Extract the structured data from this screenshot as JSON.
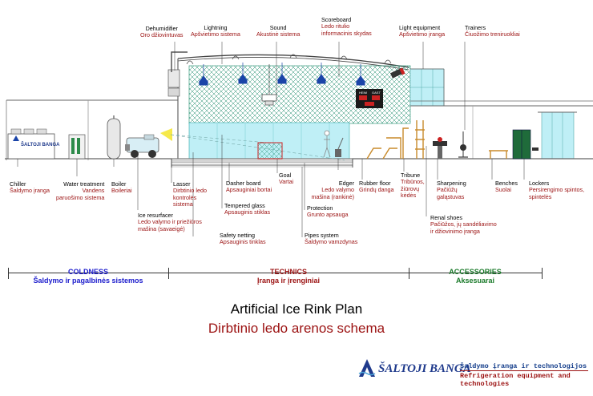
{
  "labels": {
    "dehumidifier": {
      "en": "Dehumidifier",
      "lt": "Oro džiovintuvas"
    },
    "lightning": {
      "en": "Lightning",
      "lt": "Apšvietimo sistema"
    },
    "sound": {
      "en": "Sound",
      "lt": "Akustinė sistema"
    },
    "scoreboard": {
      "en": "Scoreboard",
      "lt": "Ledo ritulio",
      "lt2": "informacinis skydas"
    },
    "light_equipment": {
      "en": "Light equipment",
      "lt": "Apšvietimo įranga"
    },
    "trainers": {
      "en": "Trainers",
      "lt": "Čiuožimo treniruokliai"
    },
    "chiller": {
      "en": "Chiller",
      "lt": "Šaldymo įranga"
    },
    "water_treatment": {
      "en": "Water treatment",
      "lt": "Vandens",
      "lt2": "paruošimo sistema"
    },
    "boiler": {
      "en": "Boiler",
      "lt": "Boileriai"
    },
    "lasser": {
      "en": "Lasser",
      "lt": "Dirbtinio ledo",
      "lt2": "kontrolės",
      "lt3": "sistema"
    },
    "dasher_board": {
      "en": "Dasher board",
      "lt": "Apsauginiai bortai"
    },
    "goal": {
      "en": "Goal",
      "lt": "Vartai"
    },
    "edger": {
      "en": "Edger",
      "lt": "Ledo valymo",
      "lt2": "mašina (rankinė)"
    },
    "rubber_floor": {
      "en": "Rubber floor",
      "lt": "Grindų danga"
    },
    "tribune": {
      "en": "Tribune",
      "lt": "Tribūnos,",
      "lt2": "žiūrovų",
      "lt3": "kėdės"
    },
    "sharpening": {
      "en": "Sharpening",
      "lt": "Pačiūžų",
      "lt2": "galąstuvas"
    },
    "benches": {
      "en": "Benches",
      "lt": "Suolai"
    },
    "lockers": {
      "en": "Lockers",
      "lt": "Persirengimo spintos,",
      "lt2": "spintelės"
    },
    "ice_resurfacer": {
      "en": "Ice resurfacer",
      "lt": "Ledo valymo ir priežiūros",
      "lt2": "mašina (savaeigė)"
    },
    "tempered_glass": {
      "en": "Tempered glass",
      "lt": "Apsauginis stiklas"
    },
    "protection": {
      "en": "Protection",
      "lt": "Grunto apsauga"
    },
    "renal_shoes": {
      "en": "Renal shoes",
      "lt": "Pačiūžos, jų sandėliavimo",
      "lt2": "ir džiovinimo įranga"
    },
    "safety_netting": {
      "en": "Safety netting",
      "lt": "Apsauginis tinklas"
    },
    "pipes_system": {
      "en": "Pipes system",
      "lt": "Šaldymo vamzdynas"
    }
  },
  "sections": {
    "coldness": {
      "title": "COLDNESS",
      "subtitle": "Šaldymo ir pagalbinės sistemos"
    },
    "technics": {
      "title": "TECHNICS",
      "subtitle": "Įranga ir įrenginiai"
    },
    "accessories": {
      "title": "ACCESSORIES",
      "subtitle": "Aksesuarai"
    }
  },
  "scoreboard_text": {
    "home": "HEIM",
    "guest": "GAST"
  },
  "chiller_brand": "ŠALTOJI BANGA",
  "title": "Artificial Ice Rink Plan",
  "subtitle": "Dirbtinio ledo arenos schema",
  "footer": {
    "brand": "ŠALTOJI BANGA",
    "line1": "Šaldymo įranga ir technologijos",
    "line2": "Refrigeration equipment and technologies"
  },
  "colors": {
    "label_lt": "#9b1111",
    "coldness": "#1a1acc",
    "technics": "#9b1111",
    "accessories": "#1a7a2a",
    "glass": "#bfeff6",
    "net": "#1b8a6a",
    "lamp": "#1a44a8"
  }
}
